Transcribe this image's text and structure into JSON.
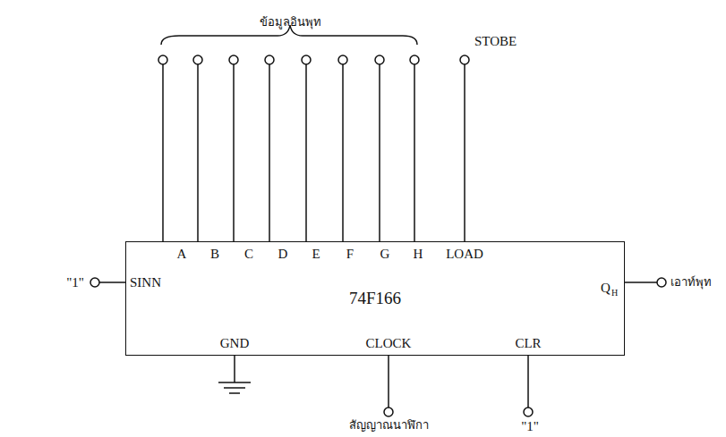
{
  "diagram": {
    "nodes": [
      {
        "text": [
          "74F166"
        ]
      }
    ],
    "labels": [
      "ข้อมูลอินพุท",
      "STOBE",
      "A",
      "B",
      "C",
      "D",
      "E",
      "F",
      "G",
      "H",
      "LOAD",
      "\"1\"",
      "SINN",
      "Q",
      "H",
      "เอาท์พุท",
      "GND",
      "CLOCK",
      "CLR",
      "สัญญาณนาฬิกา",
      "\"1\""
    ]
  }
}
